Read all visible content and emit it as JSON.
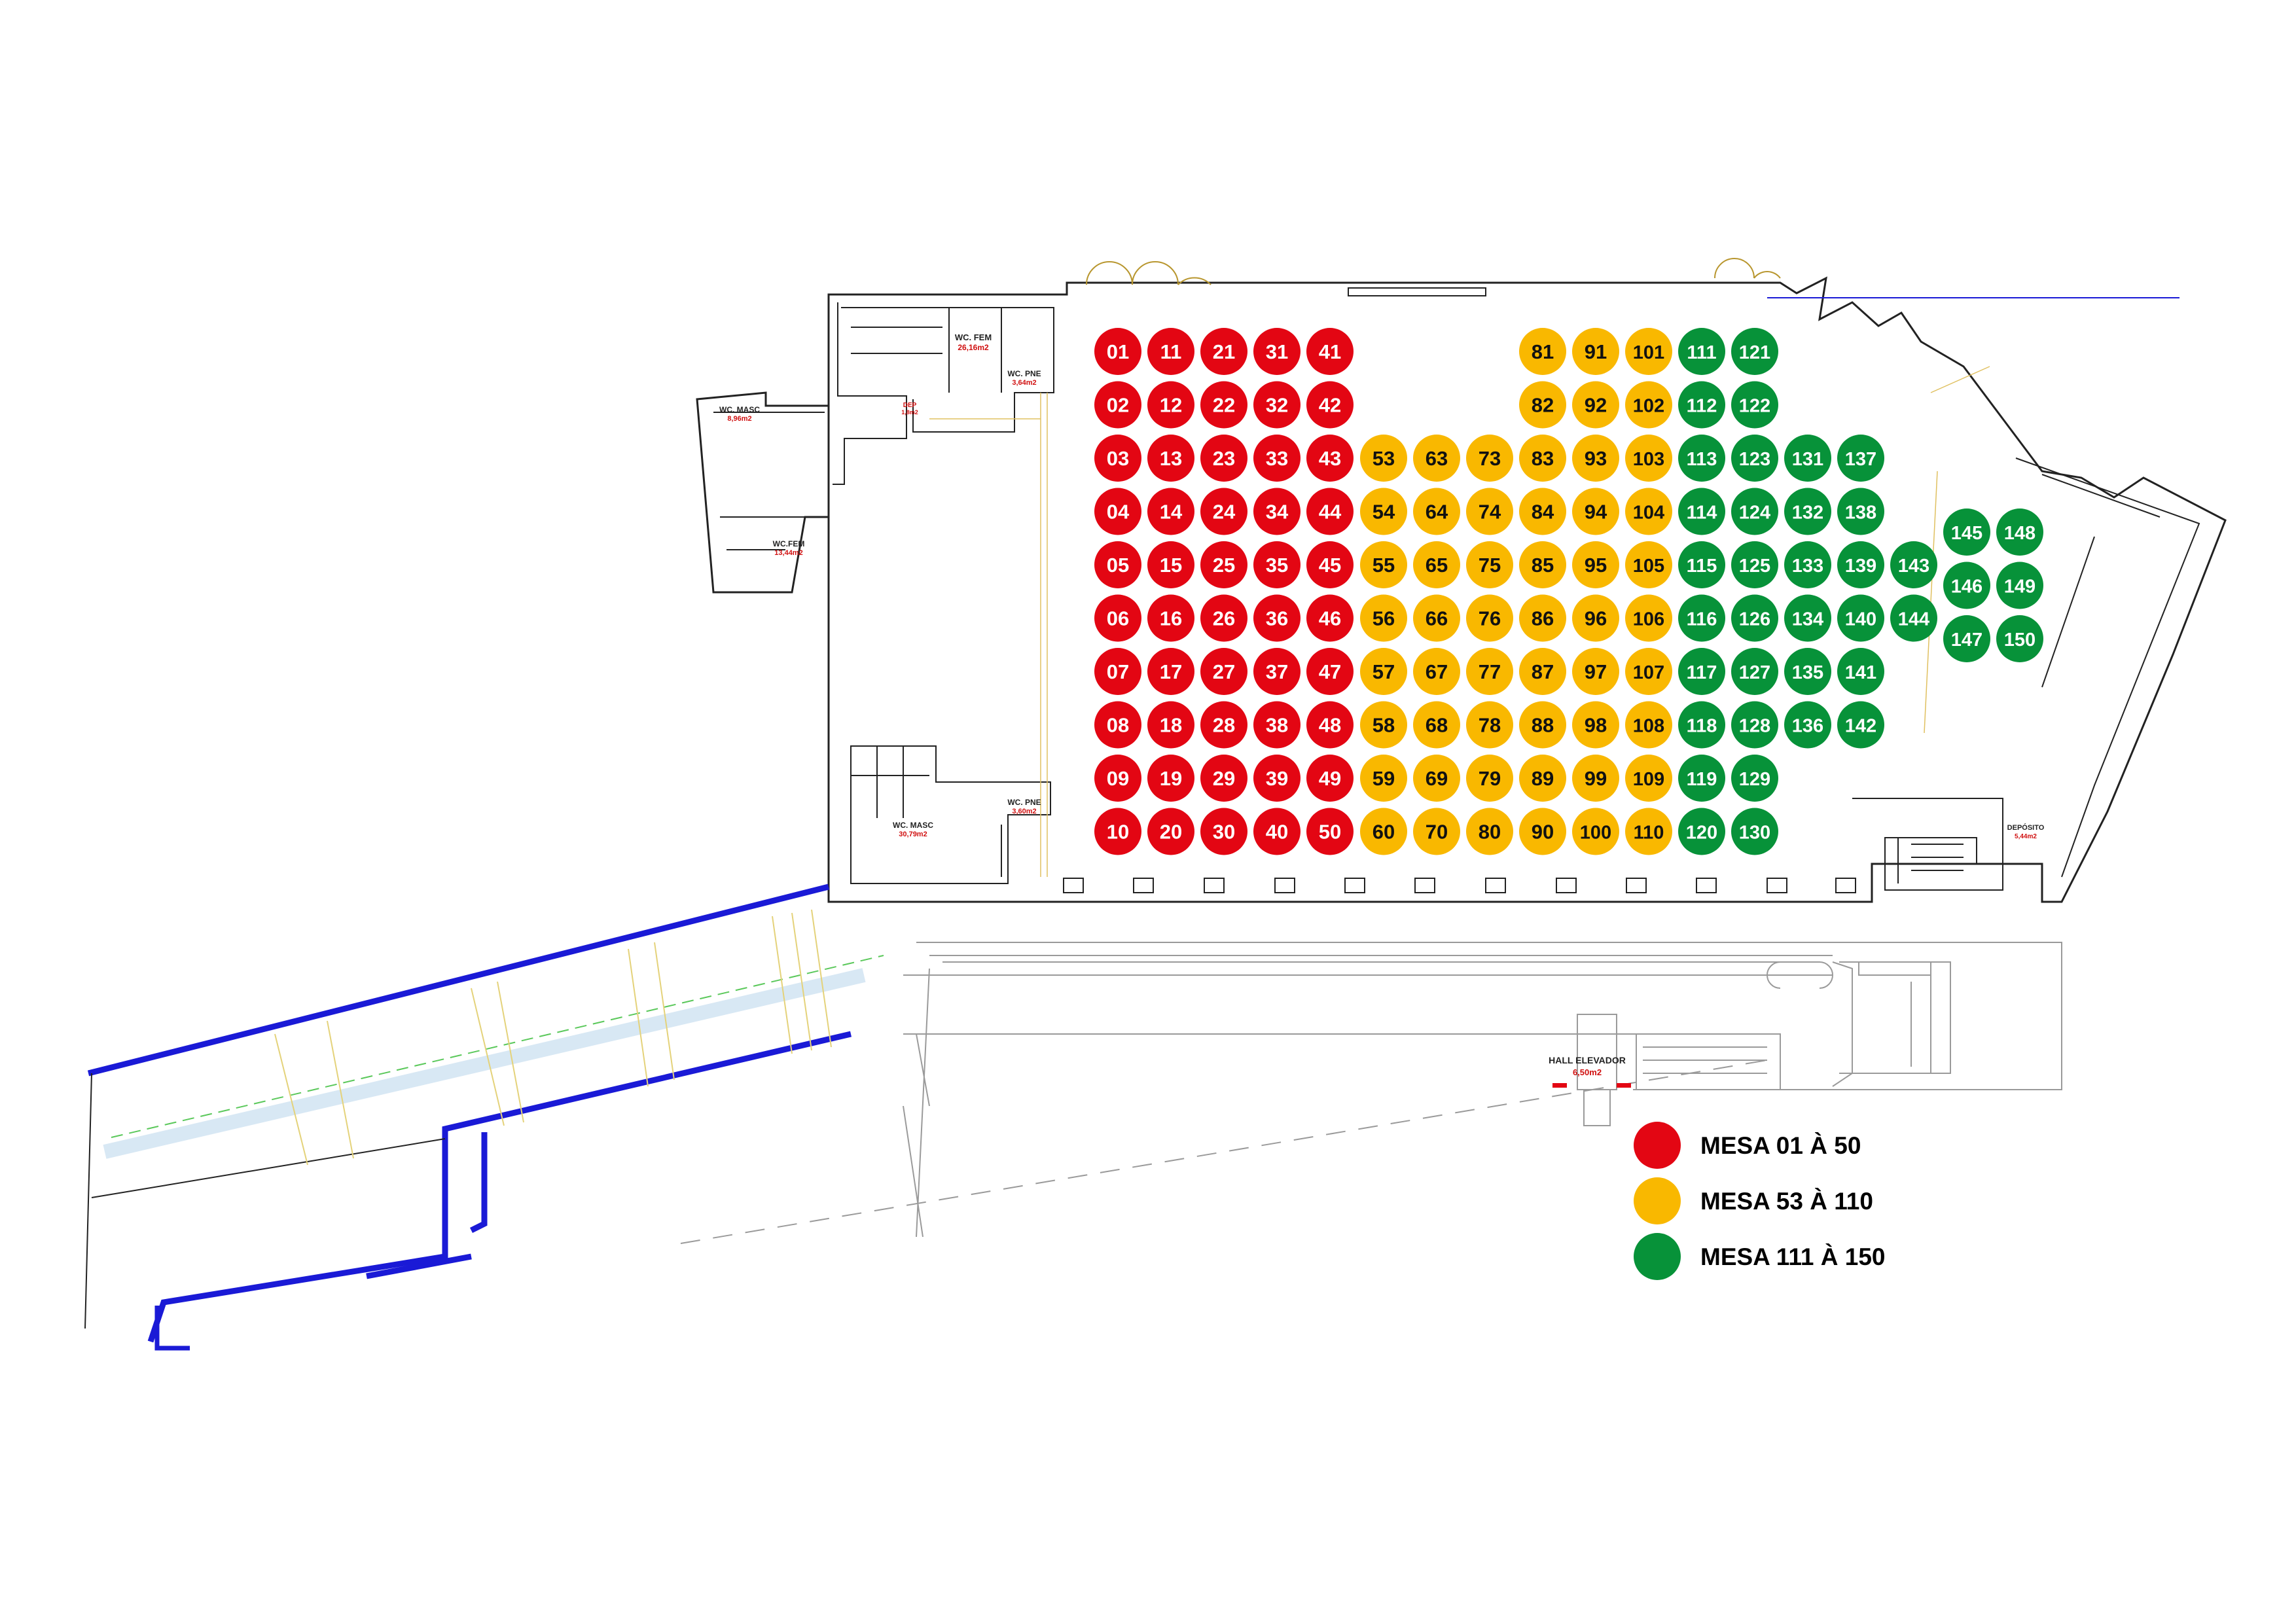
{
  "colors": {
    "red": "#e30613",
    "yellow": "#f9b800",
    "green": "#079239",
    "wall": "#222222",
    "blue_wall": "#1a1ad6"
  },
  "rooms": {
    "wc_fem_top": {
      "name": "WC. FEM",
      "area": "26,16m2"
    },
    "wc_pne_top": {
      "name": "WC. PNE",
      "area": "3,64m2"
    },
    "dep_top": {
      "name": "DEP",
      "area": "1,8m2"
    },
    "wc_masc_left": {
      "name": "WC. MASC",
      "area": "8,96m2"
    },
    "wc_fem_left": {
      "name": "WC.FEM",
      "area": "13,44m2"
    },
    "wc_masc_mid": {
      "name": "WC. MASC",
      "area": "30,79m2"
    },
    "wc_pne_mid": {
      "name": "WC. PNE",
      "area": "3,60m2"
    },
    "hall_elevador": {
      "name": "HALL ELEVADOR",
      "area": "6,50m2"
    },
    "deposito": {
      "name": "DEPÓSITO",
      "area": "5,44m2"
    }
  },
  "legend": [
    {
      "label": "MESA 01 À 50",
      "color": "#e30613"
    },
    {
      "label": "MESA 53 À 110",
      "color": "#f9b800"
    },
    {
      "label": "MESA 111 À 150",
      "color": "#079239"
    }
  ],
  "tables": {
    "red": [
      [
        "01",
        "02",
        "03",
        "04",
        "05",
        "06",
        "07",
        "08",
        "09",
        "10"
      ],
      [
        "11",
        "12",
        "13",
        "14",
        "15",
        "16",
        "17",
        "18",
        "19",
        "20"
      ],
      [
        "21",
        "22",
        "23",
        "24",
        "25",
        "26",
        "27",
        "28",
        "29",
        "30"
      ],
      [
        "31",
        "32",
        "33",
        "34",
        "35",
        "36",
        "37",
        "38",
        "39",
        "40"
      ],
      [
        "41",
        "42",
        "43",
        "44",
        "45",
        "46",
        "47",
        "48",
        "49",
        "50"
      ]
    ],
    "yellow_short": [
      [
        "53",
        "54",
        "55",
        "56",
        "57",
        "58",
        "59",
        "60"
      ],
      [
        "63",
        "64",
        "65",
        "66",
        "67",
        "68",
        "69",
        "70"
      ],
      [
        "73",
        "74",
        "75",
        "76",
        "77",
        "78",
        "79",
        "80"
      ]
    ],
    "yellow_full": [
      [
        "81",
        "82",
        "83",
        "84",
        "85",
        "86",
        "87",
        "88",
        "89",
        "90"
      ],
      [
        "91",
        "92",
        "93",
        "94",
        "95",
        "96",
        "97",
        "98",
        "99",
        "100"
      ],
      [
        "101",
        "102",
        "103",
        "104",
        "105",
        "106",
        "107",
        "108",
        "109",
        "110"
      ]
    ],
    "green_full": [
      [
        "111",
        "112",
        "113",
        "114",
        "115",
        "116",
        "117",
        "118",
        "119",
        "120"
      ],
      [
        "121",
        "122",
        "123",
        "124",
        "125",
        "126",
        "127",
        "128",
        "129",
        "130"
      ]
    ],
    "green_col_131": [
      "131",
      "132",
      "133",
      "134",
      "135",
      "136"
    ],
    "green_col_137": [
      "137",
      "138",
      "139",
      "140",
      "141",
      "142"
    ],
    "green_col_143": [
      "143",
      "144"
    ],
    "green_col_145": [
      "145",
      "146",
      "147"
    ],
    "green_col_148": [
      "148",
      "149",
      "150"
    ]
  }
}
